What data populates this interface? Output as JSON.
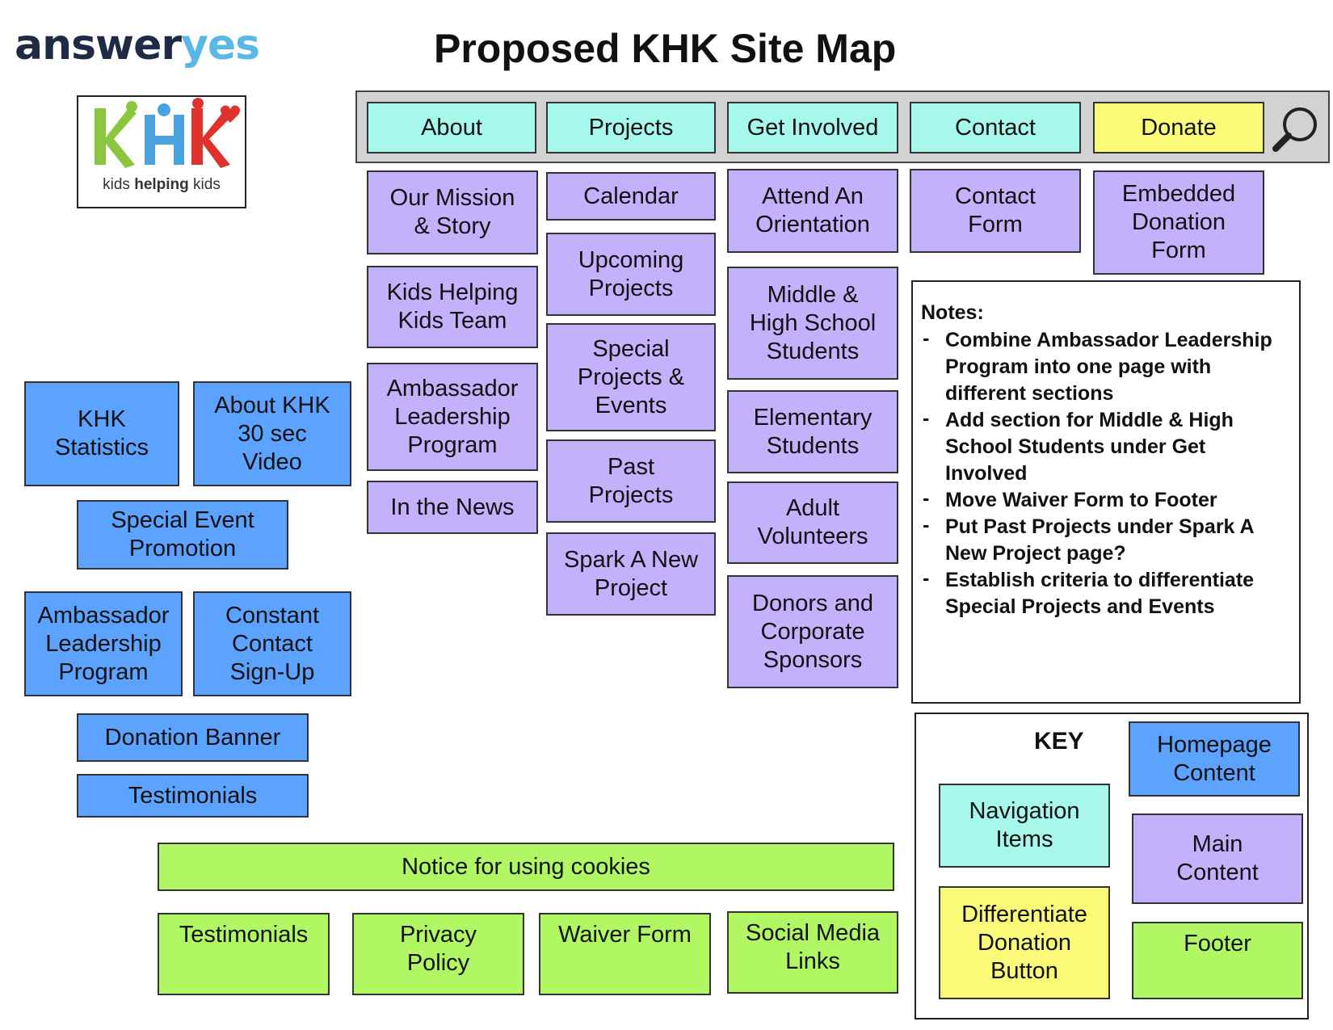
{
  "logo": {
    "part1": "answer",
    "part2": "yes"
  },
  "title": "Proposed KHK Site Map",
  "khk_logo": {
    "tagline_left": "kids ",
    "tagline_bold": "helping",
    "tagline_right": " kids",
    "lettering": "KHK"
  },
  "colors": {
    "navigation": "#a6f7ec",
    "donate": "#fbfa78",
    "main": "#c3b2fb",
    "homepage": "#5ca2ff",
    "footer": "#b0f763",
    "navbar": "#d2d2d2"
  },
  "nav": {
    "about": "About",
    "projects": "Projects",
    "get_involved": "Get Involved",
    "contact": "Contact",
    "donate": "Donate",
    "search_icon": "search-icon"
  },
  "about": [
    "Our Mission\n& Story",
    "Kids Helping\nKids Team",
    "Ambassador\nLeadership\nProgram",
    "In the News"
  ],
  "projects": [
    "Calendar",
    "Upcoming\nProjects",
    "Special\nProjects &\nEvents",
    "Past\nProjects",
    "Spark A New\nProject"
  ],
  "get_involved": [
    "Attend An\nOrientation",
    "Middle &\nHigh School\nStudents",
    "Elementary\nStudents",
    "Adult\nVolunteers",
    "Donors and\nCorporate\nSponsors"
  ],
  "contact": [
    "Contact\nForm"
  ],
  "donate": [
    "Embedded\nDonation\nForm"
  ],
  "homepage": [
    "KHK\nStatistics",
    "About KHK\n30 sec\nVideo",
    "Special Event\nPromotion",
    "Ambassador\nLeadership\nProgram",
    "Constant\nContact\nSign-Up",
    "Donation Banner",
    "Testimonials"
  ],
  "footer": [
    "Notice for using cookies",
    "Testimonials",
    "Privacy\nPolicy",
    "Waiver Form",
    "Social Media\nLinks"
  ],
  "notes": {
    "title": "Notes:",
    "items": [
      "Combine Ambassador Leadership Program into one page with different sections",
      "Add section for Middle & High School Students under Get Involved",
      "Move Waiver Form to Footer",
      "Put Past Projects under Spark A New Project page?",
      "Establish criteria to differentiate Special Projects and Events"
    ]
  },
  "key": {
    "title": "KEY",
    "homepage": "Homepage\nContent",
    "navigation": "Navigation\nItems",
    "main": "Main\nContent",
    "donate": "Differentiate\nDonation\nButton",
    "footer": "Footer"
  }
}
